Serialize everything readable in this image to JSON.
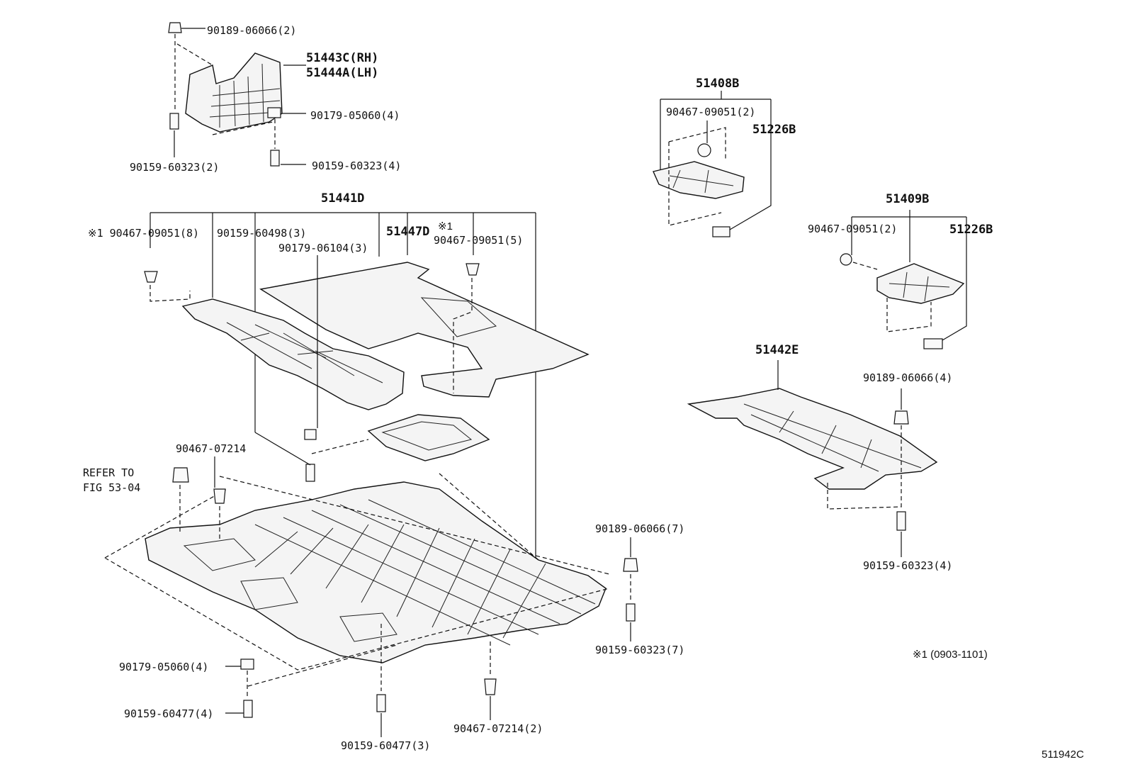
{
  "diagram_id": "511942C",
  "note": "※1 (0903-1101)",
  "callouts": {
    "c_90189_06066_2": "90189-06066(2)",
    "c_51443c": "51443C(RH)",
    "c_51444a": "51444A(LH)",
    "c_90179_05060_4_top": "90179-05060(4)",
    "c_90159_60323_2": "90159-60323(2)",
    "c_90159_60323_4_top": "90159-60323(4)",
    "c_51441d": "51441D",
    "c_90467_09051_8": "※1 90467-09051(8)",
    "c_90159_60498_3": "90159-60498(3)",
    "c_51447d": "51447D",
    "c_51447d_mark": "※1",
    "c_90179_06104_3": "90179-06104(3)",
    "c_90467_09051_5": "90467-09051(5)",
    "c_90467_07214": "90467-07214",
    "c_refer_1": "REFER TO",
    "c_refer_2": "FIG 53-04",
    "c_90189_06066_7": "90189-06066(7)",
    "c_90159_60323_7": "90159-60323(7)",
    "c_90179_05060_4_bot": "90179-05060(4)",
    "c_90159_60477_4": "90159-60477(4)",
    "c_90159_60477_3": "90159-60477(3)",
    "c_90467_07214_2": "90467-07214(2)",
    "c_51408b": "51408B",
    "c_90467_09051_2_a": "90467-09051(2)",
    "c_51226b_a": "51226B",
    "c_51409b": "51409B",
    "c_90467_09051_2_b": "90467-09051(2)",
    "c_51226b_b": "51226B",
    "c_51442e": "51442E",
    "c_90189_06066_4": "90189-06066(4)",
    "c_90159_60323_4_right": "90159-60323(4)"
  }
}
